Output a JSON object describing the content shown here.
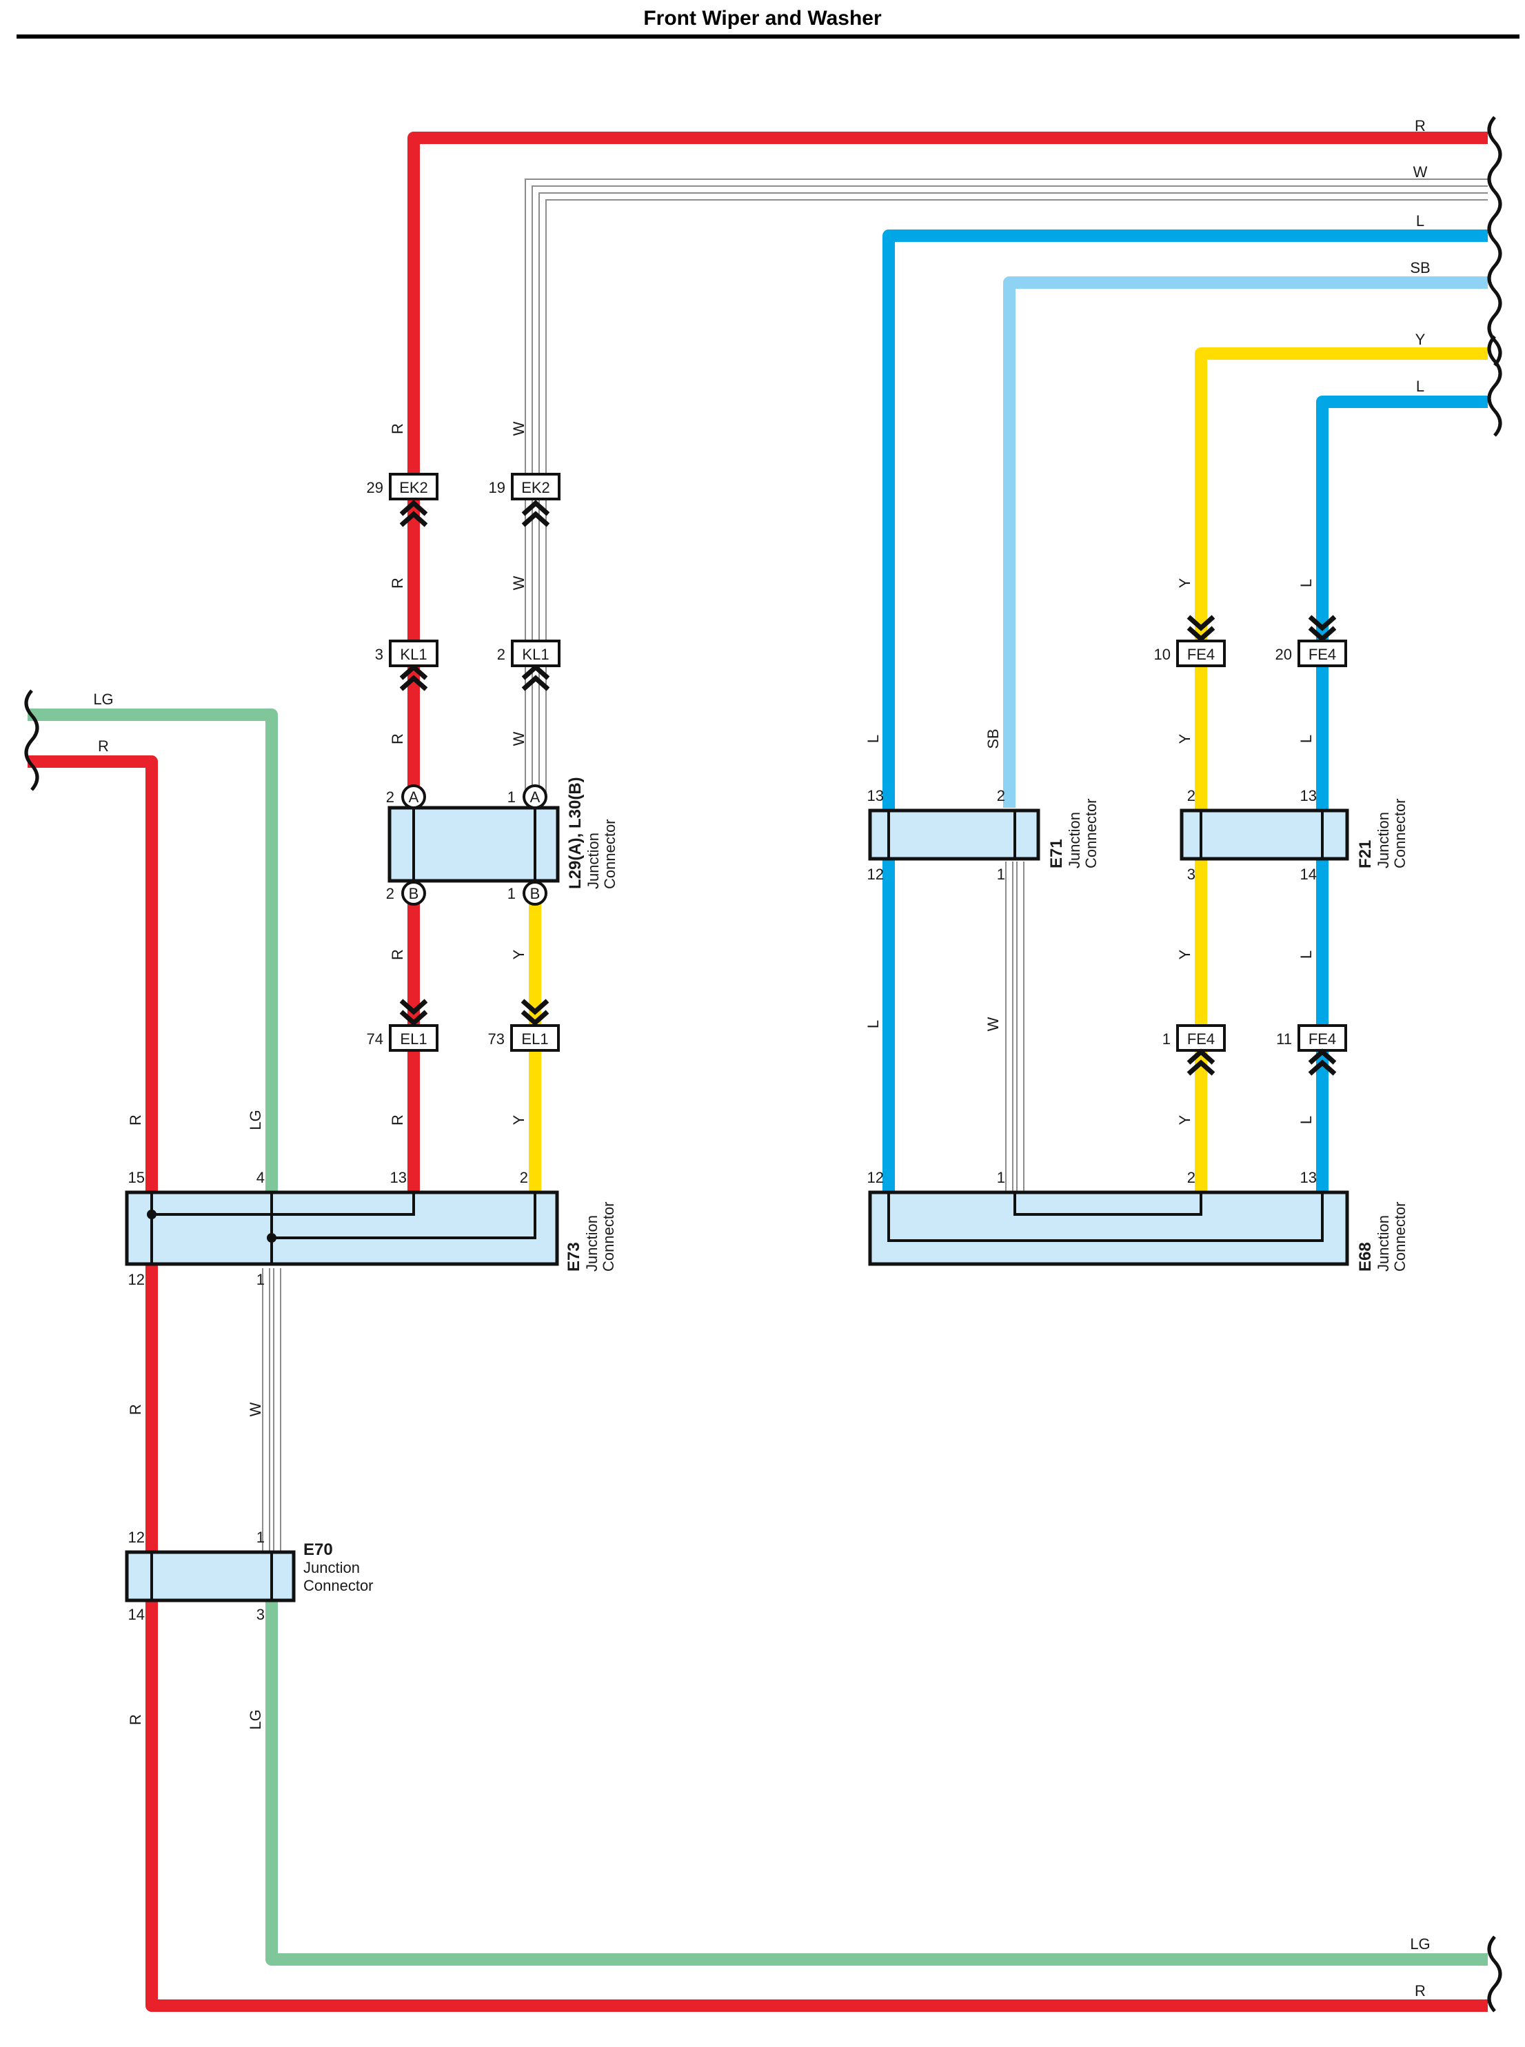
{
  "title": "Front Wiper and Washer",
  "colors": {
    "R": "#e8212a",
    "W": "#9a9a9a",
    "L": "#00a6e6",
    "SB": "#8fd3f4",
    "Y": "#ffdd00",
    "LG": "#7fc79b",
    "connector_fill": "#cce9fa"
  },
  "wire_labels": {
    "r": "R",
    "w": "W",
    "l": "L",
    "sb": "SB",
    "y": "Y",
    "lg": "LG"
  },
  "connectors": {
    "ek2": {
      "code": "EK2",
      "pin_r": "29",
      "pin_w": "19"
    },
    "kl1": {
      "code": "KL1",
      "pin_r": "3",
      "pin_w": "2"
    },
    "el1": {
      "code": "EL1",
      "pin_r": "74",
      "pin_y": "73"
    },
    "fe4": {
      "code": "FE4",
      "pin_y_top": "10",
      "pin_l_top": "20",
      "pin_y_bottom": "1",
      "pin_l_bottom": "11"
    },
    "l29": {
      "name": "L29(A), L30(B)",
      "desc1": "Junction",
      "desc2": "Connector",
      "pin_a_left": "2",
      "pin_a_right": "1",
      "pin_b_left": "2",
      "pin_b_right": "1",
      "tag_a": "A",
      "tag_b": "B"
    },
    "e71": {
      "name": "E71",
      "desc1": "Junction",
      "desc2": "Connector",
      "p13": "13",
      "p2": "2",
      "p12": "12",
      "p1": "1"
    },
    "f21": {
      "name": "F21",
      "desc1": "Junction",
      "desc2": "Connector",
      "p2": "2",
      "p13": "13",
      "p3": "3",
      "p14": "14"
    },
    "e73": {
      "name": "E73",
      "desc1": "Junction",
      "desc2": "Connector",
      "p15": "15",
      "p4": "4",
      "p13": "13",
      "p2": "2",
      "p12": "12",
      "p1": "1"
    },
    "e68": {
      "name": "E68",
      "desc1": "Junction",
      "desc2": "Connector",
      "p12": "12",
      "p1": "1",
      "p2": "2",
      "p13": "13"
    },
    "e70": {
      "name": "E70",
      "desc1": "Junction",
      "desc2": "Connector",
      "p12": "12",
      "p1": "1",
      "p14": "14",
      "p3": "3"
    }
  }
}
